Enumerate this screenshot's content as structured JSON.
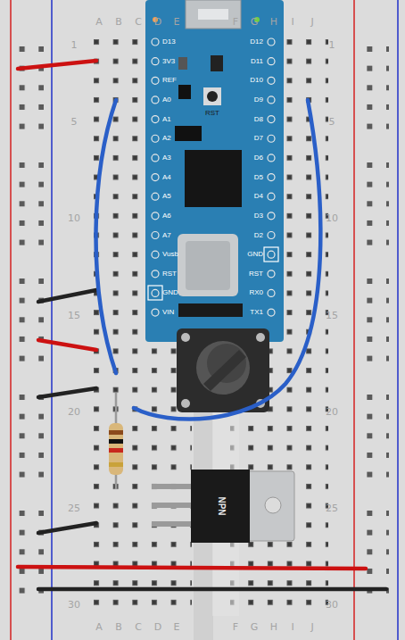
{
  "diagram": {
    "labels": [
      "A",
      "B",
      "C",
      "D",
      "E",
      "F",
      "G",
      "H",
      "I",
      "J",
      "1",
      "5",
      "10",
      "15",
      "20",
      "25",
      "30",
      "1",
      "5",
      "10",
      "15",
      "20",
      "25",
      "30",
      "A",
      "B",
      "C",
      "D",
      "E",
      "F",
      "G",
      "H",
      "I",
      "J",
      "D13",
      "3V3",
      "REF",
      "A0",
      "A1",
      "A2",
      "A3",
      "A4",
      "A5",
      "A6",
      "A7",
      "Vusb",
      "RST",
      "GND",
      "VIN",
      "D12",
      "D11",
      "D10",
      "D9",
      "D8",
      "D7",
      "D6",
      "D5",
      "D4",
      "D3",
      "D2",
      "GND",
      "RST",
      "RX0",
      "TX1",
      "RST",
      "NPN"
    ]
  }
}
